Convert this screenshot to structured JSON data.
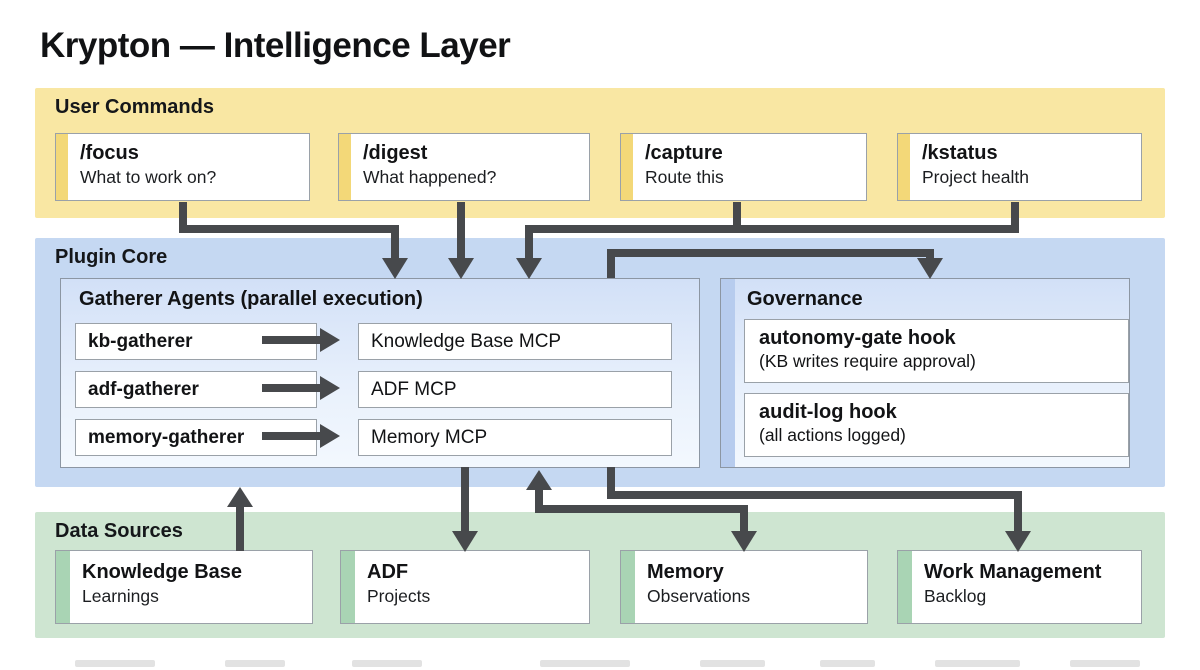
{
  "page": {
    "title": "Krypton — Intelligence Layer"
  },
  "user_commands": {
    "label": "User Commands",
    "items": [
      {
        "name": "/focus",
        "desc": "What to work on?"
      },
      {
        "name": "/digest",
        "desc": "What happened?"
      },
      {
        "name": "/capture",
        "desc": "Route this"
      },
      {
        "name": "/kstatus",
        "desc": "Project health"
      }
    ]
  },
  "plugin_core": {
    "label": "Plugin Core",
    "gatherer": {
      "label": "Gatherer Agents (parallel execution)",
      "rows": [
        {
          "agent": "kb-gatherer",
          "mcp": "Knowledge Base MCP"
        },
        {
          "agent": "adf-gatherer",
          "mcp": "ADF MCP"
        },
        {
          "agent": "memory-gatherer",
          "mcp": "Memory MCP"
        }
      ]
    },
    "governance": {
      "label": "Governance",
      "hooks": [
        {
          "name": "autonomy-gate hook",
          "desc": "(KB writes require approval)"
        },
        {
          "name": "audit-log hook",
          "desc": "(all actions logged)"
        }
      ]
    }
  },
  "data_sources": {
    "label": "Data Sources",
    "items": [
      {
        "name": "Knowledge Base",
        "desc": "Learnings"
      },
      {
        "name": "ADF",
        "desc": "Projects"
      },
      {
        "name": "Memory",
        "desc": "Observations"
      },
      {
        "name": "Work Management",
        "desc": "Backlog"
      }
    ]
  },
  "colors": {
    "band_yellow": "#f9e7a3",
    "strip_yellow": "#f3d878",
    "band_blue": "#c5d8f2",
    "strip_blue": "#b7ccee",
    "band_green": "#cee5d1",
    "strip_green": "#a9d4b4",
    "arrow": "#47494c",
    "card_border": "#9aa1a8"
  }
}
